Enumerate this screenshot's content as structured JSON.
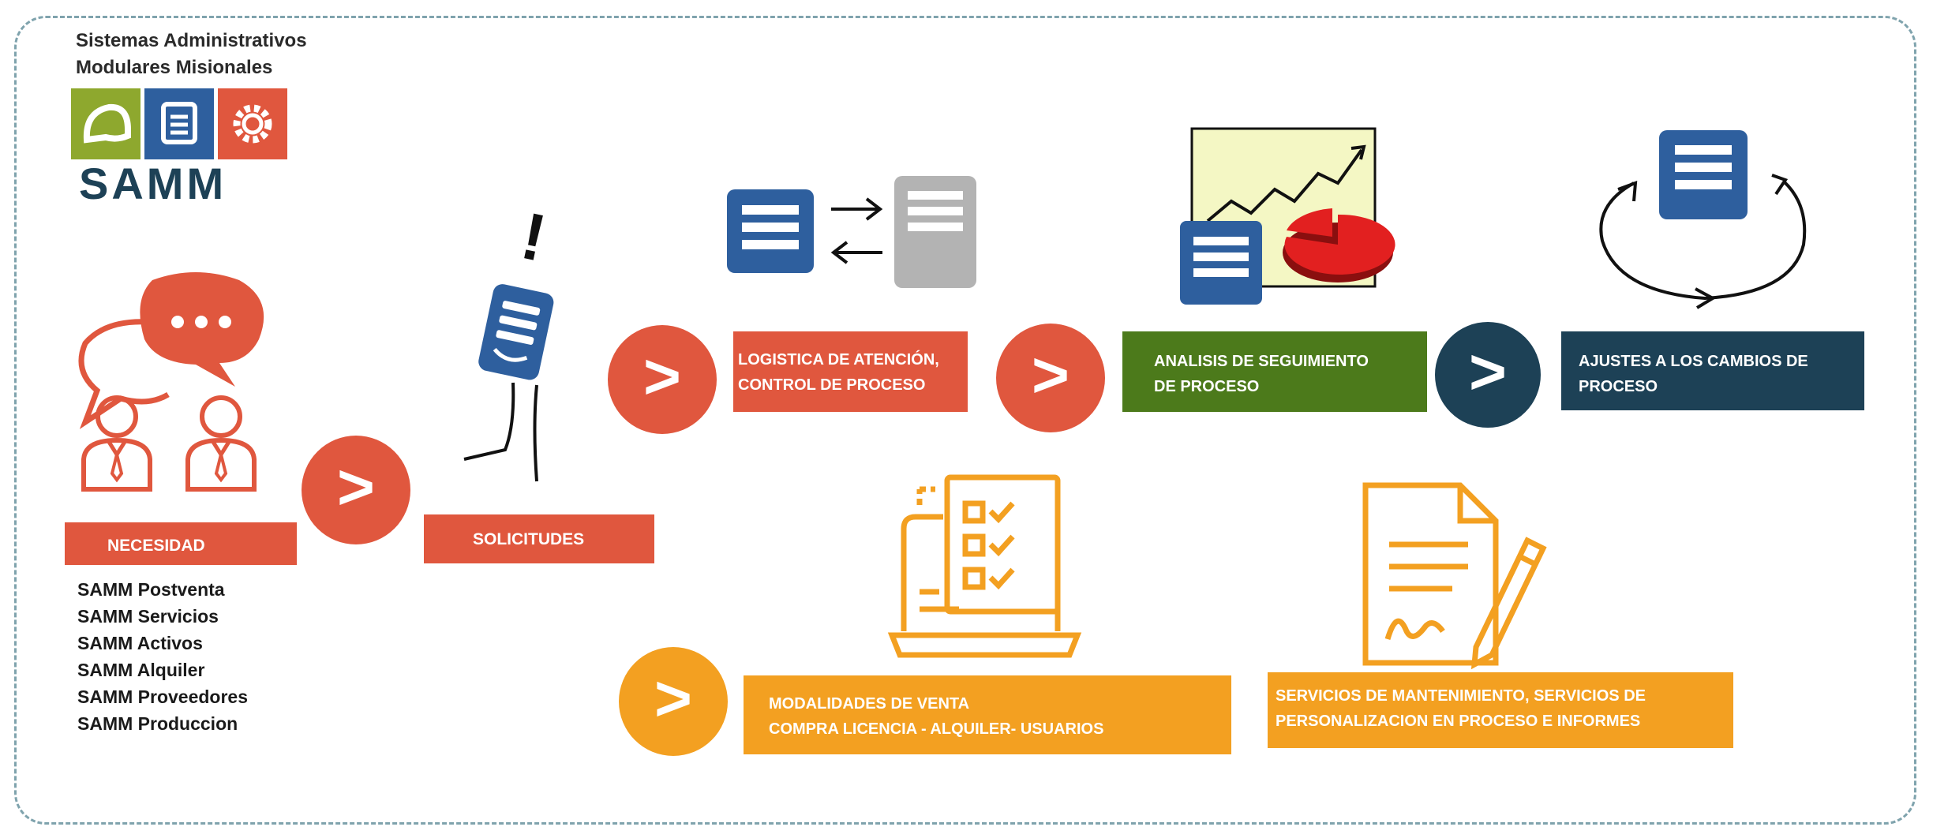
{
  "header": {
    "title_line1": "Sistemas Administrativos",
    "title_line2": "Modulares Misionales",
    "logo_text": "SAMM"
  },
  "steps": {
    "necesidad": "NECESIDAD",
    "solicitudes": "SOLICITUDES",
    "logistica_l1": "LOGISTICA DE ATENCIÓN,",
    "logistica_l2": "CONTROL DE PROCESO",
    "analisis_l1": "ANALISIS DE SEGUIMIENTO",
    "analisis_l2": "DE PROCESO",
    "ajustes_l1": "AJUSTES A LOS CAMBIOS DE",
    "ajustes_l2": "PROCESO",
    "modalidades_l1": "MODALIDADES DE  VENTA",
    "modalidades_l2": "COMPRA LICENCIA - ALQUILER- USUARIOS",
    "servicios_l1": "SERVICIOS DE MANTENIMIENTO, SERVICIOS DE",
    "servicios_l2": "PERSONALIZACION EN PROCESO E INFORMES"
  },
  "modules": [
    "SAMM Postventa",
    "SAMM Servicios",
    "SAMM Activos",
    "SAMM Alquiler",
    "SAMM Proveedores",
    "SAMM Produccion"
  ],
  "arrow_symbol": ">",
  "exclamation": "!",
  "colors": {
    "coral": "#e0573e",
    "green": "#4c7a1b",
    "navy": "#1d4156",
    "orange": "#f3a021",
    "doc_blue": "#2f6bb2",
    "doc_gray": "#b3b3b3",
    "logo_green": "#8ea82e"
  },
  "icons": [
    "person-icon",
    "chat-bubble-icon",
    "document-icon",
    "server-icon",
    "growth-chart-icon",
    "pie-chart-icon",
    "cycle-icon",
    "laptop-checklist-icon",
    "contract-pen-icon"
  ]
}
